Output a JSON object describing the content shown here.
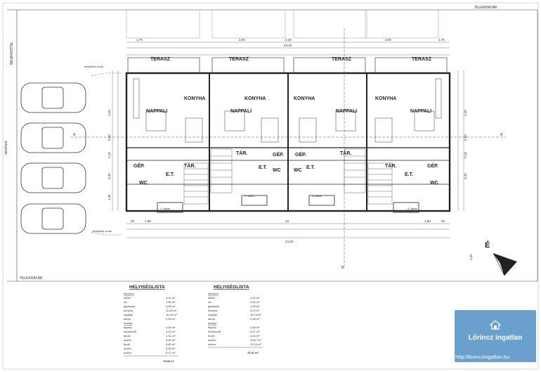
{
  "labels": {
    "telekhatar_top": "TELEKHATÁR",
    "telekhatar_left": "TELEKHATÁR",
    "telekhatar_bottom": "TELEKHATÁR",
    "utcafront": "utcafront",
    "beepitesi_vonal_top": "beépítési vonal",
    "beepitesi_vonal_bottom": "beépítési vonal",
    "north": "É",
    "section_a": "A",
    "section_b": "B"
  },
  "rooms": {
    "terasz": "TERASZ",
    "konyha": "KONYHA",
    "nappali": "NAPPALI",
    "tar": "TÁR.",
    "gep": "GÉP.",
    "et": "E.T.",
    "wc": "WC"
  },
  "units": [
    "1. lakás",
    "2. lakás",
    "3. lakás",
    "4. lakás"
  ],
  "dims": {
    "top_total": "23,30",
    "top_parts": [
      "1,75",
      "3,00",
      "4,20",
      "3,00",
      "1,75"
    ],
    "bottom_total": "23,30",
    "bottom_parts": [
      "40",
      "1,80",
      "10",
      "1,80",
      "40"
    ],
    "side_left": [
      "4,45",
      "5,50",
      "2,10",
      "3,35",
      "1,35"
    ],
    "side_right": [
      "4,45",
      "5,50",
      "2,10",
      "3,35",
      "3,25"
    ]
  },
  "schedules": [
    {
      "title": "HELYISÉGLISTA",
      "floor": "földszint",
      "rows": [
        [
          "előtér",
          "4,32 m²"
        ],
        [
          "wc",
          "1,50 m²"
        ],
        [
          "gépészet",
          "1,95 m²"
        ],
        [
          "konyha",
          "11,55 m²"
        ],
        [
          "nappali",
          "18,15 m²"
        ],
        [
          "tároló",
          "0,99 m²"
        ]
      ],
      "upper": "emelet",
      "rows2": [
        [
          "lépcső",
          "4,59 m²"
        ],
        [
          "közlekedő",
          "3,43 m²"
        ],
        [
          "tároló",
          "1,31 m²"
        ],
        [
          "szoba",
          "8,50 m²"
        ],
        [
          "fürdő",
          "4,80 m²"
        ],
        [
          "szoba",
          "9,84 m²"
        ],
        [
          "szoba",
          "8,47 m²"
        ]
      ],
      "total": "79,50 m²"
    },
    {
      "title": "HELYISÉGLISTA",
      "floor": "földszint",
      "rows": [
        [
          "előtér",
          "4,32 m²"
        ],
        [
          "wc",
          "1,50 m²"
        ],
        [
          "gépészet",
          "1,95 m²"
        ],
        [
          "konyha",
          "8,74 m²"
        ],
        [
          "nappali",
          "16,10 m²"
        ],
        [
          "tároló",
          "0,98 m²"
        ]
      ],
      "upper": "emelet",
      "rows2": [
        [
          "lépcső",
          "4,58 m²"
        ],
        [
          "közlekedő",
          "4,27 m²"
        ],
        [
          "fürdő",
          "4,84 m²"
        ],
        [
          "szoba",
          "10,67 m²"
        ],
        [
          "szoba",
          "12,24 m²"
        ]
      ],
      "total": "70,41 m²"
    }
  ],
  "brand": {
    "name": "Lőrincz ingatlan",
    "url": "http://lorinczingatlan.hu",
    "color": "#6aa0cc"
  }
}
